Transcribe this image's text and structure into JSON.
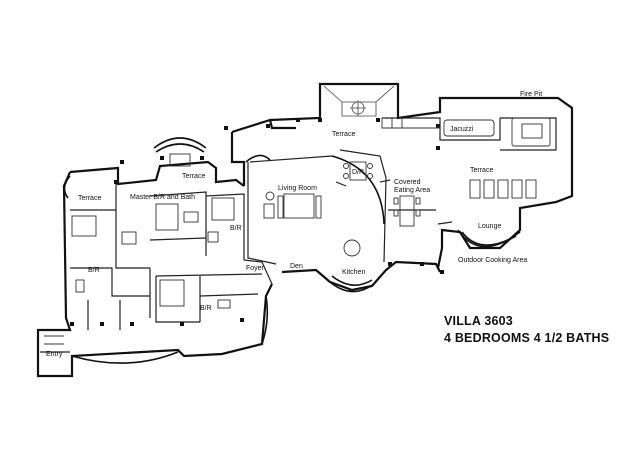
{
  "rooms": {
    "fire_pit": "Fire Pit",
    "terrace_top": "Terrace",
    "jacuzzi": "Jacuzzi",
    "terrace_upper_left": "Terrace",
    "terrace_left": "Terrace",
    "master": "Master B/R and Bath",
    "dining": "D/R",
    "living": "Living Room",
    "covered_eating_1": "Covered",
    "covered_eating_2": "Eating Area",
    "terrace_right": "Terrace",
    "br_center": "B/R",
    "lounge": "Lounge",
    "foyer": "Foyer",
    "den": "Den",
    "kitchen": "Kitchen",
    "outdoor_cooking": "Outdoor Cooking Area",
    "br_left": "B/R",
    "br_bottom": "B/R",
    "entry": "Entry"
  },
  "caption": {
    "title": "VILLA 3603",
    "subtitle": "4 BEDROOMS 4 1/2 BATHS"
  }
}
